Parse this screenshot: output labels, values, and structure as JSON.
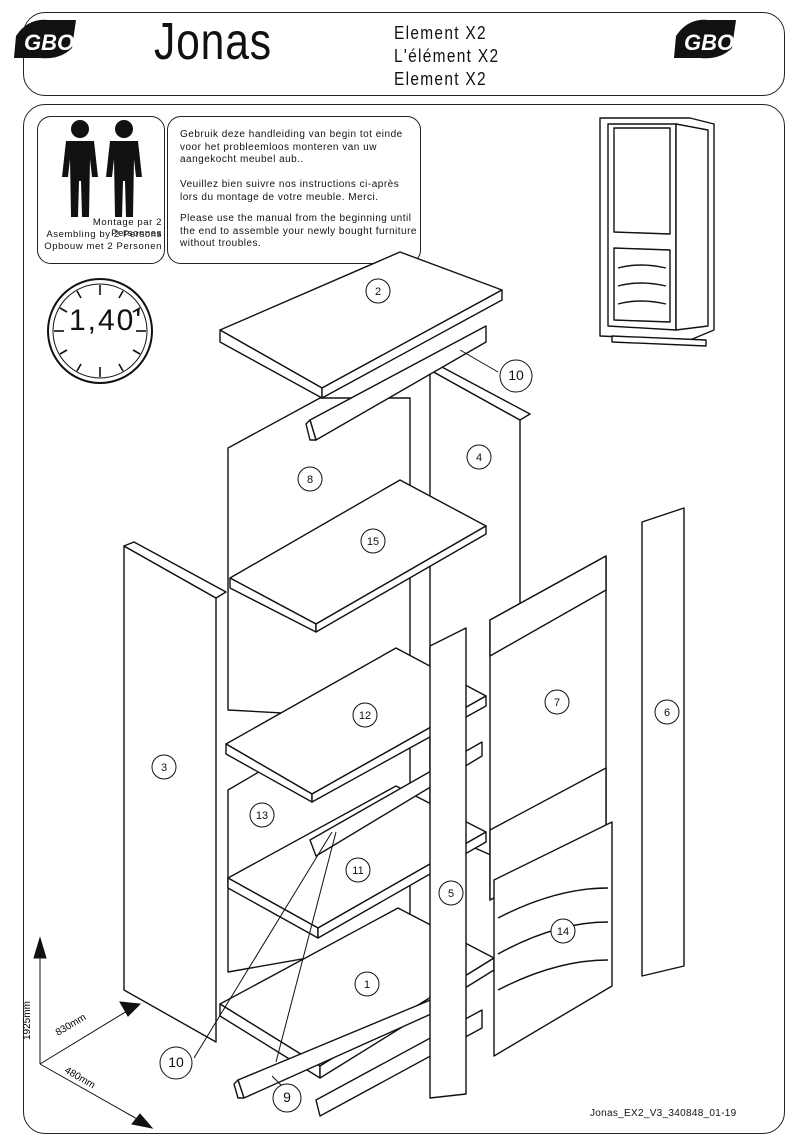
{
  "header": {
    "brand_left": "GBO",
    "brand_right": "GBO",
    "title": "Jonas",
    "element_lines": [
      "Element X2",
      "L'élément X2",
      "Element X2"
    ]
  },
  "persons_box": {
    "icon": "two-persons-icon",
    "lines": [
      "Montage par 2 Personnes",
      "Asembling by 2 Persons",
      "Opbouw met 2 Personen"
    ]
  },
  "instructions": {
    "nl": "Gebruik deze handleiding van begin tot einde voor het probleemloos monteren van uw aangekocht meubel aub..",
    "fr": "Veuillez bien suivre nos instructions ci-après lors du montage de votre meuble. Merci.",
    "en": "Please use the manual from the beginning until the end to assemble your newly bought furniture without troubles."
  },
  "clock": {
    "icon": "clock-icon",
    "time": "1,40'"
  },
  "parts": [
    "1",
    "2",
    "3",
    "4",
    "5",
    "6",
    "7",
    "8",
    "9",
    "10",
    "10",
    "11",
    "12",
    "13",
    "14",
    "15"
  ],
  "dimensions": {
    "height": "1925mm",
    "width": "830mm",
    "depth": "480mm"
  },
  "footer": "Jonas_EX2_V3_340848_01-19"
}
